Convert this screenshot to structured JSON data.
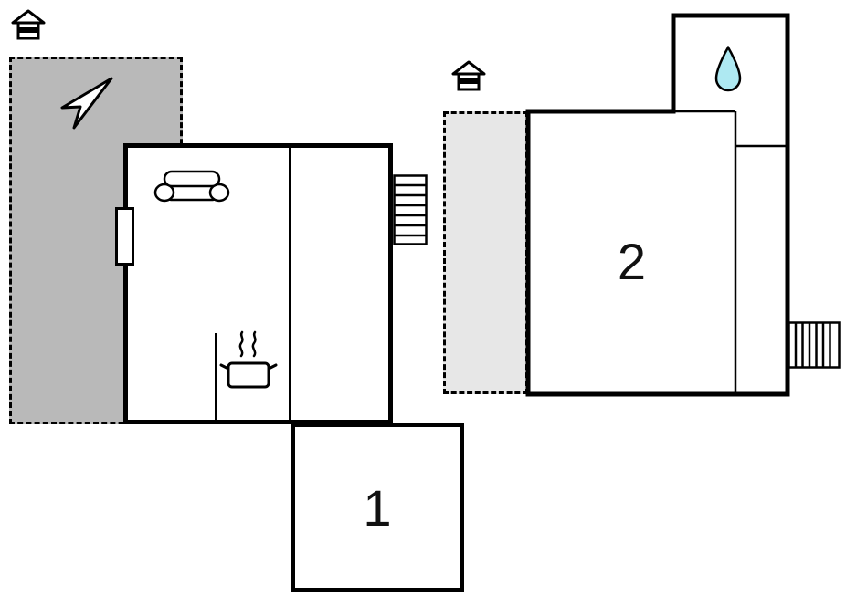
{
  "plan_title": "apartment-floor-plan",
  "rooms": [
    {
      "id": "room-1",
      "label": "1"
    },
    {
      "id": "room-2",
      "label": "2"
    }
  ],
  "icons": {
    "entrance_left": "house-entrance-icon",
    "entrance_right": "house-entrance-icon",
    "north_arrow": "north-arrow-icon",
    "sofa": "sofa-icon",
    "stove": "stove-pot-icon",
    "water_drop": "water-drop-icon",
    "stairs_left": "stairs-icon",
    "stairs_right": "stairs-icon"
  },
  "colors": {
    "wall": "#000000",
    "terrace_dark": "#b9b9b9",
    "terrace_light": "#e7e7e7",
    "water_drop": "#aee9f2",
    "background": "#ffffff"
  }
}
